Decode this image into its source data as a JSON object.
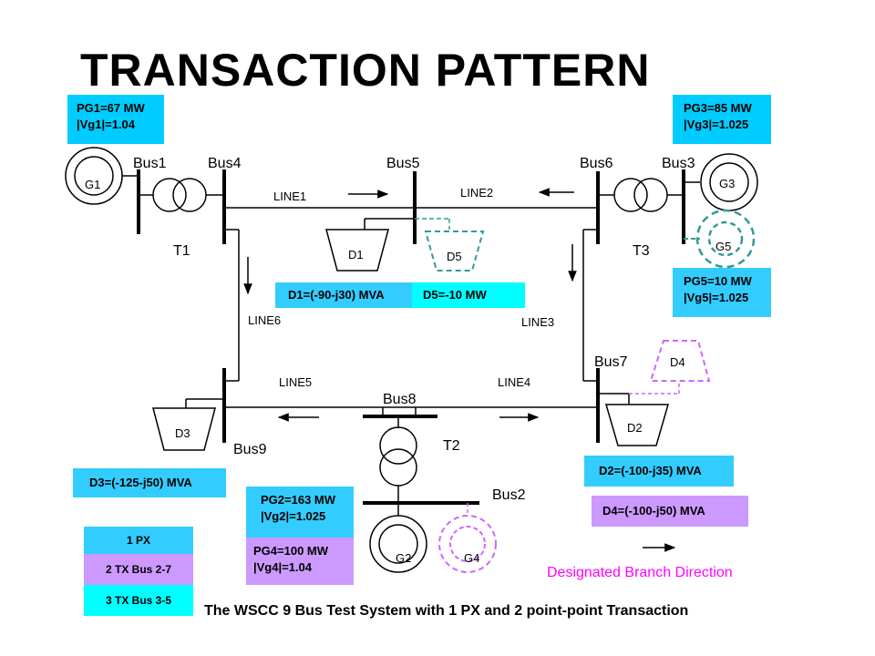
{
  "title": "TRANSACTION PATTERN",
  "colors": {
    "cyan": "#00ccff",
    "light_cyan": "#33ccff",
    "lavender": "#cc99ff",
    "teal_dash": "#339999",
    "magenta": "#ff00ff",
    "purple_dash": "#cc66ff"
  },
  "gen_boxes": {
    "g1": {
      "line1": "PG1=67 MW",
      "line2": "|Vg1|=1.04"
    },
    "g3": {
      "line1": "PG3=85 MW",
      "line2": "|Vg3|=1.025"
    },
    "g5": {
      "line1": "PG5=10 MW",
      "line2": "|Vg5|=1.025"
    },
    "g2": {
      "line1": "PG2=163 MW",
      "line2": "|Vg2|=1.025"
    },
    "g4": {
      "line1": "PG4=100 MW",
      "line2": "|Vg4|=1.04"
    }
  },
  "load_boxes": {
    "d1": "D1=(-90-j30) MVA",
    "d5": "D5=-10 MW",
    "d3": "D3=(-125-j50) MVA",
    "d2": "D2=(-100-j35) MVA",
    "d4": "D4=(-100-j50) MVA"
  },
  "buses": {
    "bus1": "Bus1",
    "bus4": "Bus4",
    "bus5": "Bus5",
    "bus6": "Bus6",
    "bus3": "Bus3",
    "bus7": "Bus7",
    "bus8": "Bus8",
    "bus9": "Bus9",
    "bus2": "Bus2"
  },
  "lines": {
    "line1": "LINE1",
    "line2": "LINE2",
    "line3": "LINE3",
    "line4": "LINE4",
    "line5": "LINE5",
    "line6": "LINE6"
  },
  "transformers": {
    "t1": "T1",
    "t2": "T2",
    "t3": "T3"
  },
  "generators": {
    "g1": "G1",
    "g2": "G2",
    "g3": "G3",
    "g4": "G4",
    "g5": "G5"
  },
  "loads": {
    "d1": "D1",
    "d2": "D2",
    "d3": "D3",
    "d4": "D4",
    "d5": "D5"
  },
  "legend": {
    "item1": "1 PX",
    "item2": "2 TX Bus 2-7",
    "item3": "3 TX Bus 3-5"
  },
  "branch_direction": "Designated Branch Direction",
  "caption": "The WSCC 9 Bus Test System with 1 PX and 2 point-point Transaction"
}
